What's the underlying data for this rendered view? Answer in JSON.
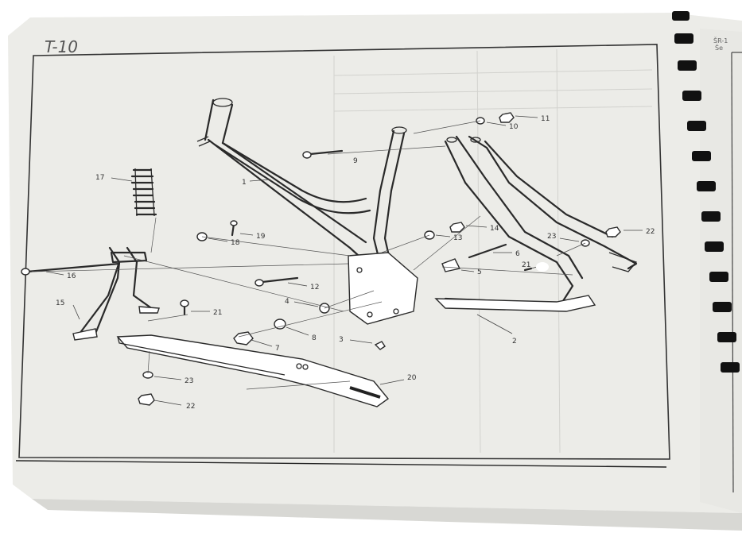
{
  "page_id": "T-10",
  "callouts": [
    {
      "id": "c1",
      "text": "1"
    },
    {
      "id": "c2",
      "text": "2"
    },
    {
      "id": "c3",
      "text": "3"
    },
    {
      "id": "c4",
      "text": "4"
    },
    {
      "id": "c5",
      "text": "5"
    },
    {
      "id": "c6",
      "text": "6"
    },
    {
      "id": "c7",
      "text": "7"
    },
    {
      "id": "c8",
      "text": "8"
    },
    {
      "id": "c9",
      "text": "9"
    },
    {
      "id": "c10",
      "text": "10"
    },
    {
      "id": "c11",
      "text": "11"
    },
    {
      "id": "c12",
      "text": "12"
    },
    {
      "id": "c13",
      "text": "13"
    },
    {
      "id": "c14",
      "text": "14"
    },
    {
      "id": "c15",
      "text": "15"
    },
    {
      "id": "c16",
      "text": "16"
    },
    {
      "id": "c17",
      "text": "17"
    },
    {
      "id": "c18",
      "text": "18"
    },
    {
      "id": "c19",
      "text": "19"
    },
    {
      "id": "c20",
      "text": "20"
    },
    {
      "id": "c21a",
      "text": "21"
    },
    {
      "id": "c21b",
      "text": "21"
    },
    {
      "id": "c22a",
      "text": "22"
    },
    {
      "id": "c22b",
      "text": "22"
    },
    {
      "id": "c23a",
      "text": "23"
    },
    {
      "id": "c23b",
      "text": "23"
    }
  ],
  "next_page_fragment": "ŠR-1",
  "next_page_fragment_2": "Še",
  "colors": {
    "paper": "#eeeeea",
    "ink": "#2a2a2a",
    "binding": "#111111"
  }
}
